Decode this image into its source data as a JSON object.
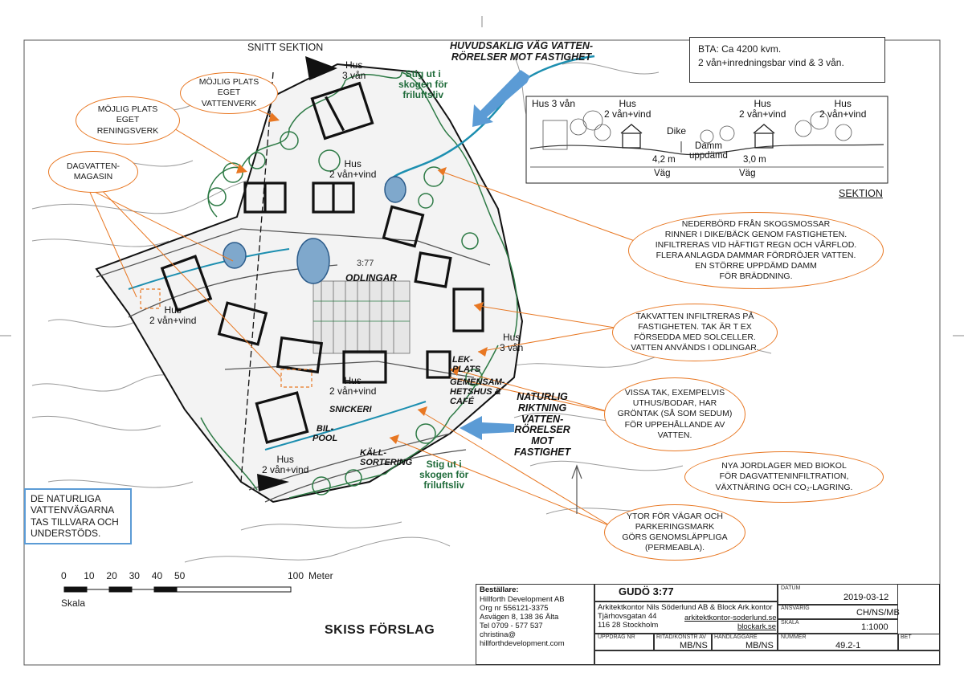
{
  "header": {
    "snitt": "SNITT SEKTION",
    "water_main": "HUVUDSAKLIG VÄG VATTEN-\nRÖRELSER MOT FASTIGHET",
    "bta_line1": "BTA: Ca 4200 kvm.",
    "bta_line2": "2 vån+inredningsbar vind & 3 vån."
  },
  "section": {
    "title": "SEKTION",
    "labels": [
      "Hus 3 vån",
      "Hus\n2 vån+vind",
      "Hus\n2 vån+vind",
      "Hus\n2 vån+vind"
    ],
    "dike": "Dike",
    "damm": "Damm\nuppdämd",
    "dim1": "4,2 m",
    "dim2": "3,0 m",
    "vag1": "Väg",
    "vag2": "Väg"
  },
  "bubbles": {
    "vattenverk": "MÖJLIG PLATS\nEGET\nVATTENVERK",
    "reningsverk": "MÖJLIG PLATS\nEGET\nRENINGSVERK",
    "dagvatten": "DAGVATTEN-\nMAGASIN",
    "nederbord": "NEDERBÖRD FRÅN SKOGSMOSSAR\nRINNER I DIKE/BÄCK GENOM FASTIGHETEN.\nINFILTRERAS VID HÄFTIGT REGN OCH VÅRFLOD.\nFLERA ANLAGDA DAMMAR FÖRDRÖJER VATTEN.\nEN STÖRRE UPPDÄMD DAMM\nFÖR BRÄDDNING.",
    "takvatten": "TAKVATTEN INFILTRERAS PÅ\nFASTIGHETEN. TAK ÄR T EX\nFÖRSEDDA MED SOLCELLER.\nVATTEN ANVÄNDS I ODLINGAR.",
    "grontak": "VISSA TAK, EXEMPELVIS\nUTHUS/BODAR, HAR\nGRÖNTAK (SÅ SOM SEDUM)\nFÖR UPPEHÅLLANDE AV\nVATTEN.",
    "jordlager": "NYA JORDLAGER MED BIOKOL\nFÖR DAGVATTENINFILTRATION,\nVÄXTNÄRING OCH CO₂-LAGRING.",
    "ytor": "YTOR FÖR VÄGAR OCH\nPARKERINGSMARK\nGÖRS GENOMSLÄPPLIGA\n(PERMEABLA)."
  },
  "map": {
    "hus_top": "Hus\n3 vån",
    "hus_mid": "Hus\n2 vån+vind",
    "hus_left": "Hus\n2 vån+vind",
    "hus_right": "Hus\n3 vån",
    "hus_center": "Hus\n2 vån+vind",
    "hus_bottom": "Hus\n2 vån+vind",
    "stig_top": "Stig ut i\nskogen för\nfriluftsliv",
    "stig_bottom": "Stig ut i\nskogen för\nfriluftsliv",
    "odlingar": "ODLINGAR",
    "lekplats": "LEK-\nPLATS",
    "gemensam": "GEMENSAM-\nHETSHUS &\nCAFÉ",
    "snickeri": "SNICKERI",
    "bilpool": "BIL-\nPOOL",
    "kallsortering": "KÄLL-\nSORTERING",
    "naturlig": "NATURLIG\nRIKTNING\nVATTEN-\nRÖRELSER\nMOT\nFASTIGHET",
    "plot_id": "3:77"
  },
  "note": "DE NATURLIGA\nVATTENVÄGARNA\nTAS TILLVARA OCH\nUNDERSTÖDS.",
  "scale": {
    "ticks": [
      "0",
      "10",
      "20",
      "30",
      "40",
      "50",
      "100"
    ],
    "tick_values": [
      0,
      10,
      20,
      30,
      40,
      50,
      100
    ],
    "unit": "Meter",
    "label": "Skala"
  },
  "title": "SKISS FÖRSLAG",
  "titleblock": {
    "client_label": "Beställare:",
    "client": "Hillforth Development AB\nOrg nr 556121-3375\nAsvägen 8, 138 36 Älta\nTel 0709 - 577 537\nchristina@\nhillforthdevelopment.com",
    "project": "GUDÖ 3:77",
    "office": "Arkitektkontor Nils Söderlund AB & Block Ark.kontor\nTjärhovsgatan 44\n116 28 Stockholm",
    "web1": "arkitektkontor-soderlund.se",
    "web2": "blockark.se",
    "datum_label": "DATUM",
    "datum": "2019-03-12",
    "ansvarig_label": "ANSVARIG",
    "ansvarig": "CH/NS/MB",
    "skala_label": "SKALA",
    "skala": "1:1000",
    "uppdrag_label": "UPPDRAG NR",
    "ritad_label": "RITAD/KONSTR AV",
    "ritad": "MB/NS",
    "handl_label": "HANDLÄGGARE",
    "handl": "MB/NS",
    "nummer_label": "NUMMER",
    "nummer": "49.2-1",
    "bet_label": "BET"
  },
  "colors": {
    "orange": "#e87722",
    "green": "#1f6b3a",
    "blue": "#5b9bd5",
    "water": "#4a7fb5",
    "note_border": "#5b9bd5"
  }
}
